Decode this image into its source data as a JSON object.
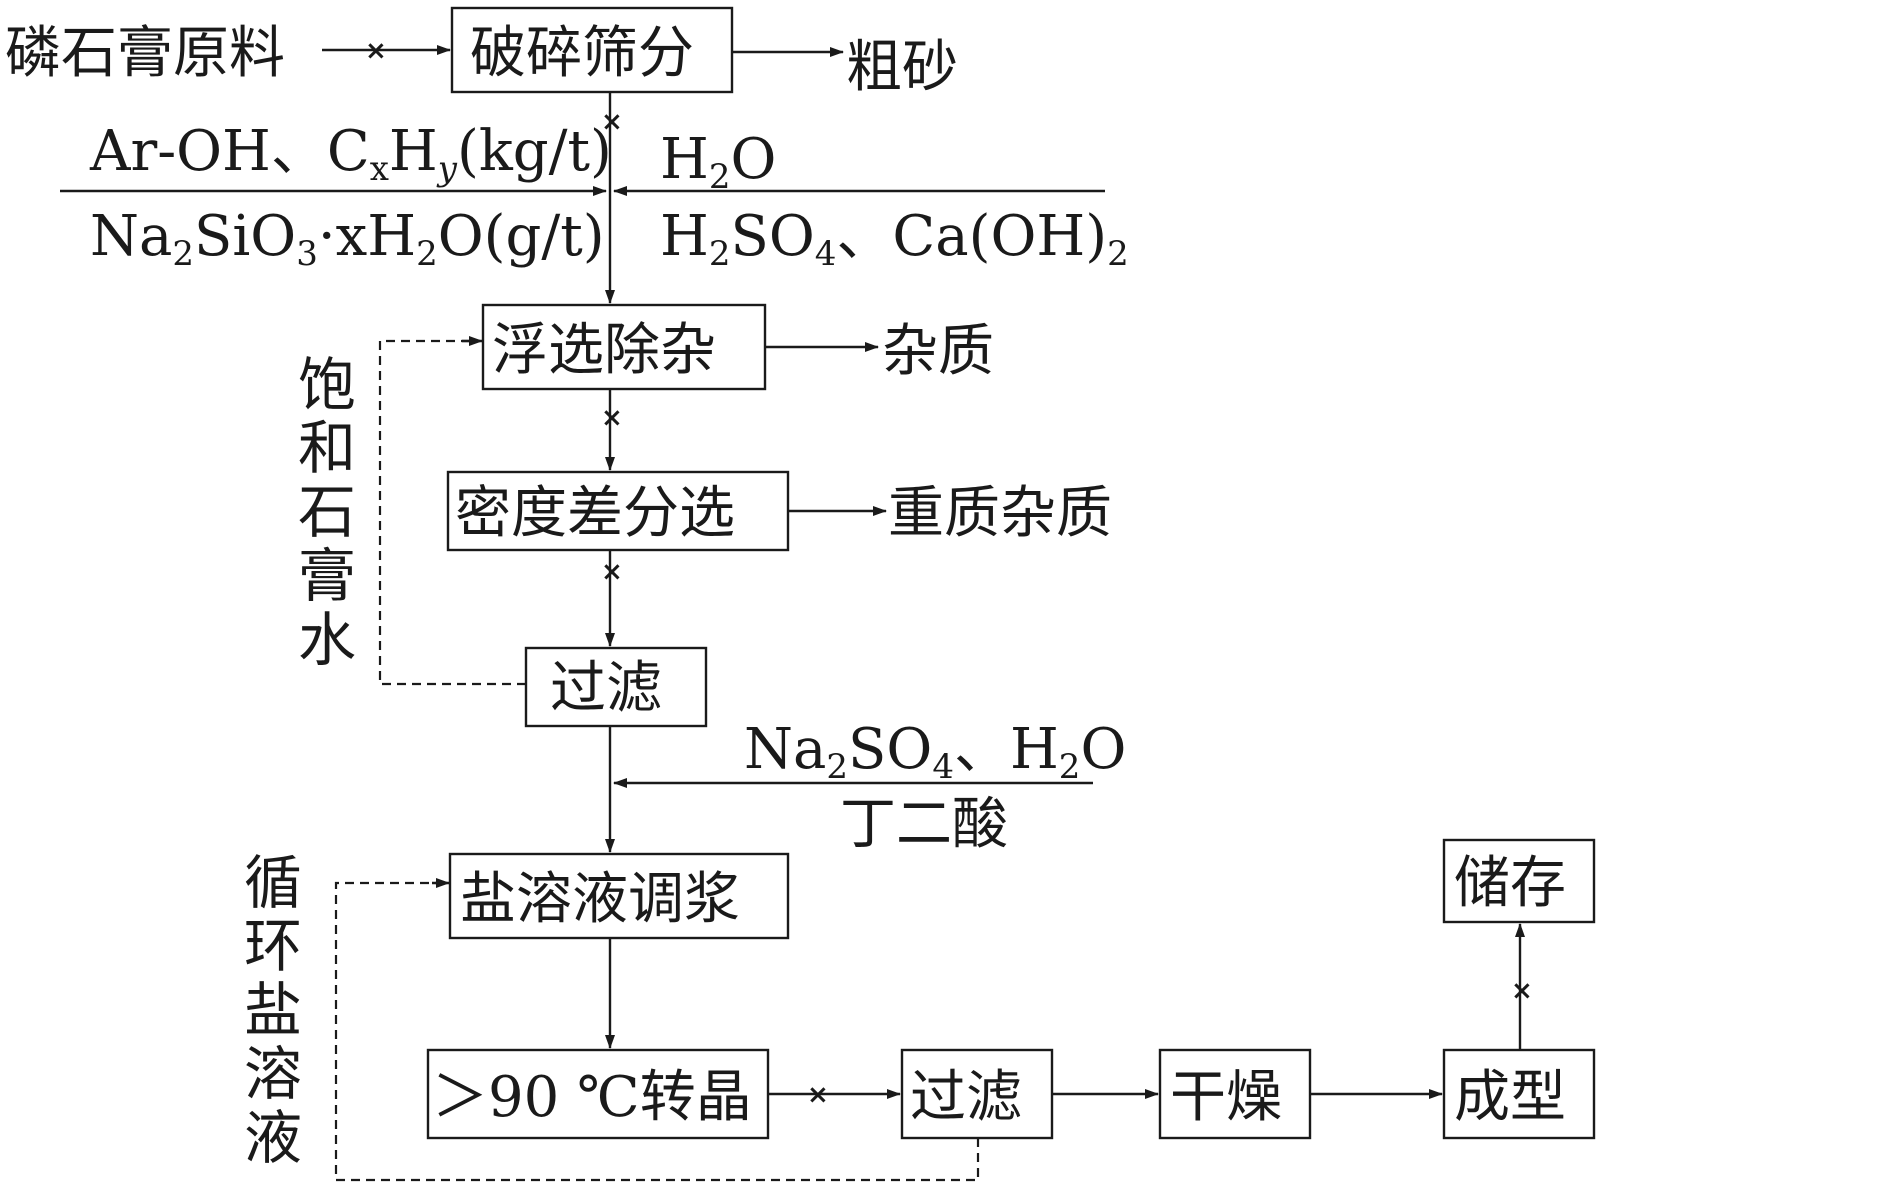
{
  "nodes": {
    "raw": "磷石膏原料",
    "crush": "破碎筛分",
    "coarse": "粗砂",
    "flotation": "浮选除杂",
    "impurity": "杂质",
    "density": "密度差分选",
    "heavy": "重质杂质",
    "filter1": "过滤",
    "slurry": "盐溶液调浆",
    "transform": "＞90 ℃转晶",
    "filter2": "过滤",
    "dry": "干燥",
    "shape": "成型",
    "store": "储存"
  },
  "reagents": {
    "left_top_a": "Ar-OH、C",
    "left_top_sub_x": "x",
    "left_top_b": "H",
    "left_top_sub_y": "y",
    "left_top_c": "(kg/t)",
    "left_bot_a": "Na",
    "left_bot_sub_2": "2",
    "left_bot_b": "SiO",
    "left_bot_sub_3": "3",
    "left_bot_c": "·xH",
    "left_bot_sub_2b": "2",
    "left_bot_d": "O(g/t)",
    "right_top_a": "H",
    "right_top_sub_2": "2",
    "right_top_b": "O",
    "right_bot_a": "H",
    "right_bot_sub_2": "2",
    "right_bot_b": "SO",
    "right_bot_sub_4": "4",
    "right_bot_c": "、Ca(OH)",
    "right_bot_sub_2b": "2",
    "salt_top_a": "Na",
    "salt_top_sub_2": "2",
    "salt_top_b": "SO",
    "salt_top_sub_4": "4",
    "salt_top_c": "、H",
    "salt_top_sub_2b": "2",
    "salt_top_d": "O",
    "salt_bot": "丁二酸"
  },
  "recycle": {
    "gypsum_water": [
      "饱",
      "和",
      "石",
      "膏",
      "水"
    ],
    "salt_solution": [
      "循",
      "环",
      "盐",
      "溶",
      "液"
    ]
  },
  "markers": {
    "cross": "×"
  }
}
